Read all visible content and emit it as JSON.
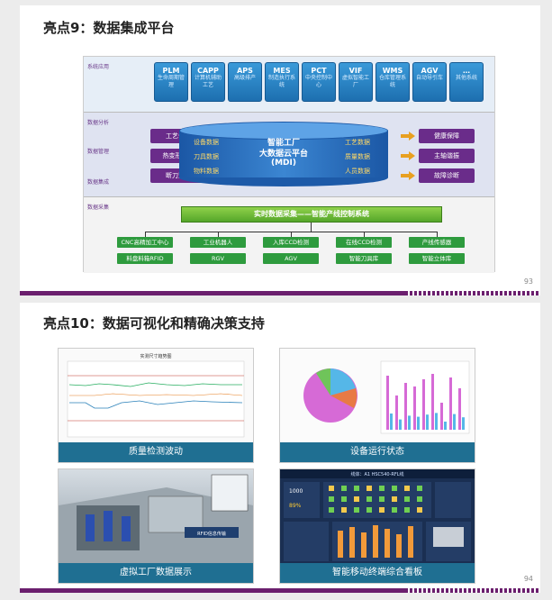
{
  "slide1": {
    "title": "亮点9：数据集成平台",
    "page": "93",
    "bands": {
      "apps": "系统应用",
      "analysis": "数据分析",
      "management": "数据管理",
      "integration": "数据集成",
      "collection": "数据采集"
    },
    "apps": [
      {
        "name": "PLM",
        "desc": "生命周期管理"
      },
      {
        "name": "CAPP",
        "desc": "计算机辅助工艺"
      },
      {
        "name": "APS",
        "desc": "高级排产"
      },
      {
        "name": "MES",
        "desc": "制造执行系统"
      },
      {
        "name": "PCT",
        "desc": "中央控制中心"
      },
      {
        "name": "VIF",
        "desc": "虚拟智能工厂"
      },
      {
        "name": "WMS",
        "desc": "仓库管理系统"
      },
      {
        "name": "AGV",
        "desc": "自动导引车"
      },
      {
        "name": "…",
        "desc": "其他系统"
      }
    ],
    "left_boxes": [
      "工艺优化",
      "热变形补偿",
      "断刀监测"
    ],
    "right_boxes": [
      "健康保障",
      "主轴谐振",
      "故障诊断"
    ],
    "cloud": {
      "line1": "智能工厂",
      "line2": "大数据云平台",
      "line3": "(MDI)",
      "left": [
        "设备数据",
        "刀具数据",
        "物料数据"
      ],
      "right": [
        "工艺数据",
        "质量数据",
        "人员数据"
      ]
    },
    "collection_bar": "实时数据采集——智能产线控制系统",
    "collection_row1": [
      "CNC高精加工中心",
      "工业机器人",
      "入库CCD检测",
      "在线CCD检测",
      "产线传感器"
    ],
    "collection_row2": [
      "料盘料箱RFID",
      "RGV",
      "AGV",
      "智能刀具库",
      "智能立体库"
    ]
  },
  "slide2": {
    "title": "亮点10：数据可视化和精确决策支持",
    "page": "94",
    "tiles": [
      {
        "caption": "质量检测波动"
      },
      {
        "caption": "设备运行状态"
      },
      {
        "caption": "虚拟工厂数据展示"
      },
      {
        "caption": "智能移动终端综合看板"
      }
    ],
    "tile1_chart_title": "实测尺寸趋势图",
    "tile3_label": "RFID信息传输",
    "tile4": {
      "header": "线体：A1  HSC540-RFL线",
      "value1": "1000",
      "value2": "89%"
    }
  },
  "colors": {
    "purple": "#6a2c8a",
    "blue": "#1d6fb0",
    "green": "#2e9b3e",
    "teal": "#1f6f92"
  }
}
